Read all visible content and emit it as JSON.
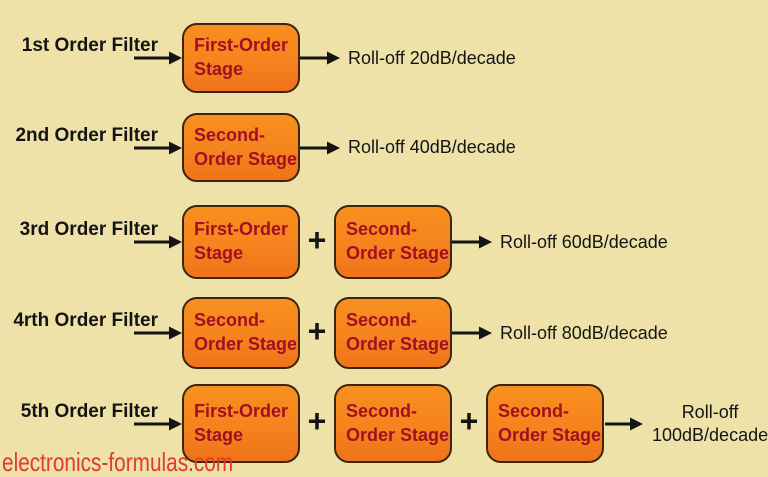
{
  "diagram": {
    "plus_sign": "+",
    "watermark": "electronics-formulas.com",
    "rows": [
      {
        "label": "1st Order Filter",
        "boxes": [
          {
            "line1": "First-Order",
            "line2": "Stage"
          }
        ],
        "rolloff": "Roll-off 20dB/decade"
      },
      {
        "label": "2nd Order Filter",
        "boxes": [
          {
            "line1": "Second-",
            "line2": "Order Stage"
          }
        ],
        "rolloff": "Roll-off 40dB/decade"
      },
      {
        "label": "3rd Order Filter",
        "boxes": [
          {
            "line1": "First-Order",
            "line2": "Stage"
          },
          {
            "line1": "Second-",
            "line2": "Order Stage"
          }
        ],
        "rolloff": "Roll-off 60dB/decade"
      },
      {
        "label": "4rth Order Filter",
        "boxes": [
          {
            "line1": "Second-",
            "line2": "Order Stage"
          },
          {
            "line1": "Second-",
            "line2": "Order Stage"
          }
        ],
        "rolloff": "Roll-off 80dB/decade"
      },
      {
        "label": "5th Order Filter",
        "boxes": [
          {
            "line1": "First-Order",
            "line2": "Stage"
          },
          {
            "line1": "Second-",
            "line2": "Order Stage"
          },
          {
            "line1": "Second-",
            "line2": "Order Stage"
          }
        ],
        "rolloff": "Roll-off 100dB/decade"
      }
    ]
  },
  "colors": {
    "background": "#eee2a9",
    "box_fill": "#f5831e",
    "box_border": "#3b2410",
    "box_text": "#a40e24",
    "black_text": "#141414",
    "watermark": "#e23b27"
  }
}
